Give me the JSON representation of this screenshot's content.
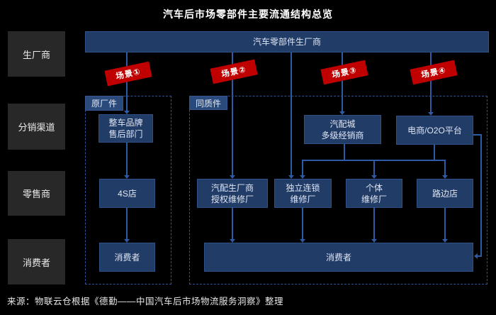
{
  "title": "汽车后市场零部件主要流通结构总览",
  "source": "来源：物联云仓根据《德勤——中国汽车后市场物流服务洞察》整理",
  "row_labels": [
    "生厂商",
    "分销渠道",
    "零售商",
    "消费者"
  ],
  "manufacturer": {
    "label": "汽车零部件生厂商"
  },
  "scenario_badges": [
    "场景①",
    "场景②",
    "场景③",
    "场景④"
  ],
  "groups": {
    "original_parts": "原厂件",
    "same_quality_parts": "同质件"
  },
  "nodes": {
    "brand_aftersales": {
      "lines": [
        "整车品牌",
        "售后部门"
      ]
    },
    "parts_city_dealer": {
      "lines": [
        "汽配城",
        "多级经销商"
      ]
    },
    "ecommerce": {
      "lines": [
        "电商/O2O平台"
      ]
    },
    "s4_store": {
      "lines": [
        "4S店"
      ]
    },
    "authorized_repair": {
      "lines": [
        "汽配生厂商",
        "授权维修厂"
      ]
    },
    "chain_repair": {
      "lines": [
        "独立连锁",
        "维修厂"
      ]
    },
    "individual_repair": {
      "lines": [
        "个体",
        "维修厂"
      ]
    },
    "roadside_store": {
      "lines": [
        "路边店"
      ]
    },
    "consumer_left": {
      "lines": [
        "消费者"
      ]
    },
    "consumer_right": {
      "lines": [
        "消费者"
      ]
    }
  },
  "edges": [
    {
      "from": "manufacturer",
      "to": "brand_aftersales",
      "scenario": "场景①"
    },
    {
      "from": "brand_aftersales",
      "to": "s4_store"
    },
    {
      "from": "s4_store",
      "to": "consumer_left"
    },
    {
      "from": "manufacturer",
      "to": "authorized_repair",
      "scenario": "场景②"
    },
    {
      "from": "manufacturer",
      "to": "chain_repair",
      "scenario": "场景②"
    },
    {
      "from": "manufacturer",
      "to": "parts_city_dealer",
      "scenario": "场景③"
    },
    {
      "from": "manufacturer",
      "to": "ecommerce",
      "scenario": "场景④"
    },
    {
      "from": "parts_city_dealer",
      "to": "chain_repair"
    },
    {
      "from": "parts_city_dealer",
      "to": "individual_repair"
    },
    {
      "from": "parts_city_dealer",
      "to": "roadside_store"
    },
    {
      "from": "ecommerce",
      "to": "chain_repair"
    },
    {
      "from": "ecommerce",
      "to": "individual_repair"
    },
    {
      "from": "ecommerce",
      "to": "roadside_store"
    },
    {
      "from": "ecommerce",
      "to": "consumer_right"
    },
    {
      "from": "authorized_repair",
      "to": "consumer_right"
    },
    {
      "from": "chain_repair",
      "to": "consumer_right"
    },
    {
      "from": "individual_repair",
      "to": "consumer_right"
    },
    {
      "from": "roadside_store",
      "to": "consumer_right"
    }
  ],
  "colors": {
    "background": "#000000",
    "node_fill": "#223c68",
    "node_border": "#2d5186",
    "group_label_fill": "#2a4a7c",
    "row_label_fill": "#282828",
    "connector": "#2f5aa6",
    "dashed_border": "#2f5597",
    "badge_red": "#c00000",
    "text": "#ffffff"
  }
}
